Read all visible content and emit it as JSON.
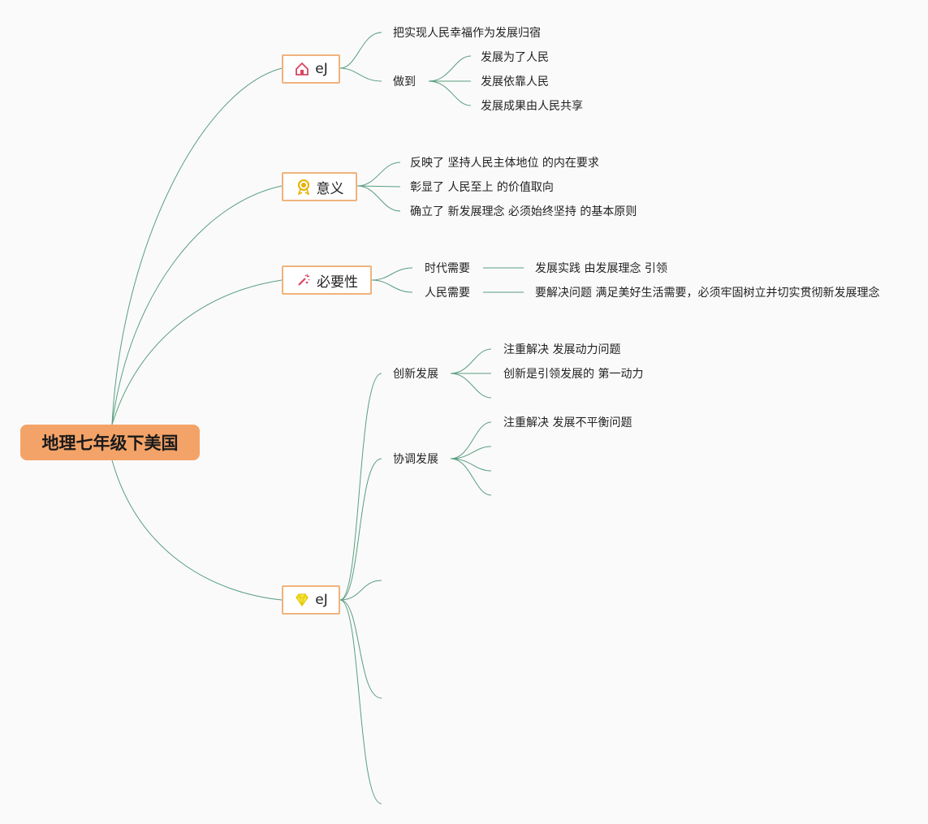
{
  "root": {
    "title": "地理七年级下美国"
  },
  "branches": [
    {
      "label": "eJ",
      "icon": "home-icon"
    },
    {
      "label": "意义",
      "icon": "medal-icon"
    },
    {
      "label": "必要性",
      "icon": "magic-wand-icon"
    },
    {
      "label": "eJ",
      "icon": "diamond-icon"
    }
  ],
  "b1": {
    "c1": "把实现人民幸福作为发展归宿",
    "c2": "做到",
    "c2_items": [
      "发展为了人民",
      "发展依靠人民",
      "发展成果由人民共享"
    ]
  },
  "b2": {
    "items": [
      "反映了 坚持人民主体地位 的内在要求",
      "彰显了 人民至上 的价值取向",
      "确立了 新发展理念 必须始终坚持 的基本原则"
    ]
  },
  "b3": {
    "c1": "时代需要",
    "c1_detail": "发展实践 由发展理念 引领",
    "c2": "人民需要",
    "c2_detail": "要解决问题 满足美好生活需要，必须牢固树立并切实贯彻新发展理念"
  },
  "b4": {
    "c1": "创新发展",
    "c1_items": [
      "注重解决 发展动力问题",
      "创新是引领发展的 第一动力"
    ],
    "c2": "协调发展",
    "c2_items": [
      "注重解决 发展不平衡问题"
    ]
  },
  "colors": {
    "root": "#f4a368",
    "branch_border": "#f0b27d",
    "link": "#5a9e80"
  }
}
